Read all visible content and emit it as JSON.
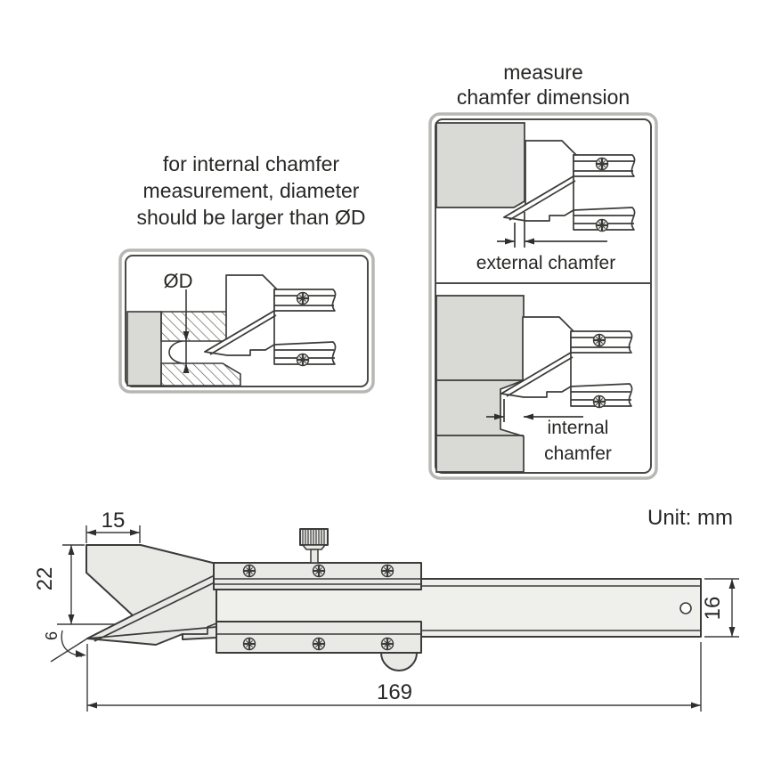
{
  "note": {
    "line1": "for internal chamfer",
    "line2": "measurement, diameter",
    "line3": "should be larger than ØD"
  },
  "right_panel": {
    "title_line1": "measure",
    "title_line2": "chamfer dimension",
    "external_label": "external chamfer",
    "internal_label_line1": "internal",
    "internal_label_line2": "chamfer"
  },
  "left_inset": {
    "diameter_label": "ØD"
  },
  "caliper": {
    "unit_label": "Unit: mm",
    "dim_jaw_depth": "15",
    "dim_jaw_height": "22",
    "dim_tip": "6",
    "dim_total_length": "169",
    "dim_beam_height": "16"
  },
  "colors": {
    "line": "#3b3b39",
    "metal_fill": "#e9e9e6",
    "beam_fill": "#efefec",
    "workpiece_fill": "#d9d9d6",
    "screw_fill": "#f0f0ee",
    "panel_border_outer": "#b7b7b4",
    "panel_border_inner": "#4a4a47",
    "text": "#272725",
    "arrow": "#2f2f2d"
  }
}
